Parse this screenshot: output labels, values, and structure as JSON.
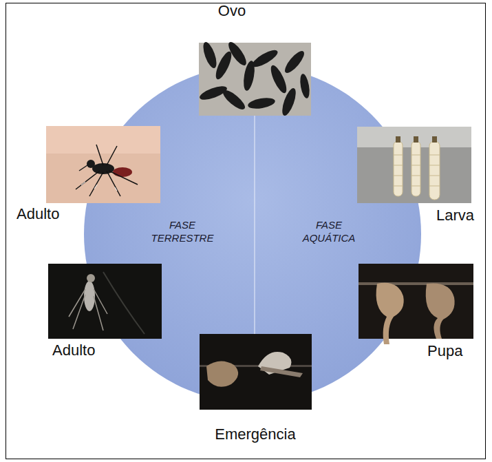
{
  "diagram": {
    "nodes": [
      {
        "text": [
          "Ovo"
        ]
      },
      {
        "text": [
          "Larva"
        ]
      },
      {
        "text": [
          "Pupa"
        ]
      },
      {
        "text": [
          "Emergência"
        ]
      },
      {
        "text": [
          "Adulto"
        ]
      },
      {
        "text": [
          "Adulto"
        ]
      }
    ],
    "labels": [
      "FASE TERRESTRE",
      "FASE AQUÁTICA"
    ]
  }
}
